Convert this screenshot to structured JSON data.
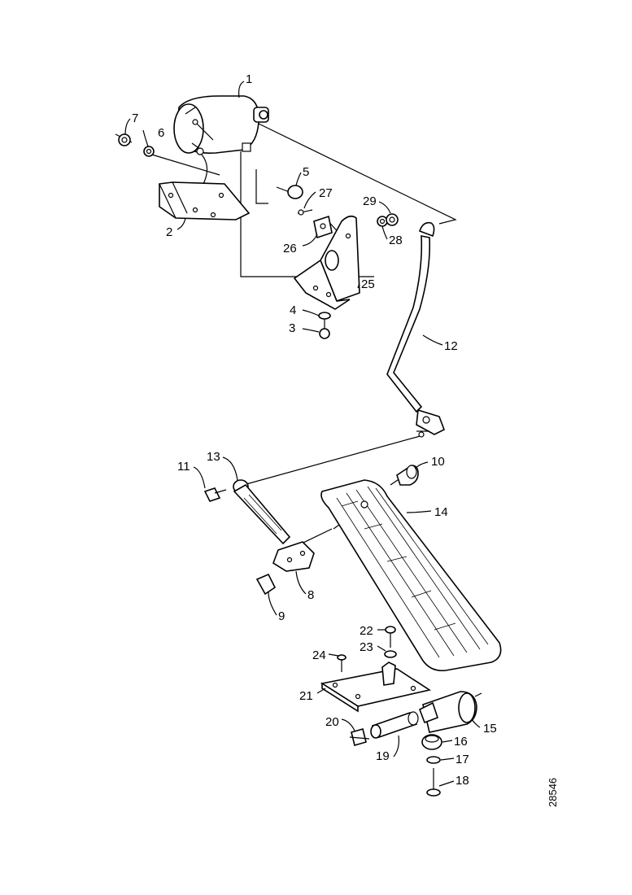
{
  "diagram": {
    "reference_number": "28546",
    "part_labels": {
      "p1": "1",
      "p2": "2",
      "p3": "3",
      "p4": "4",
      "p5": "5",
      "p6": "6",
      "p7": "7",
      "p8": "8",
      "p9": "9",
      "p10": "10",
      "p11": "11",
      "p12": "12",
      "p13": "13",
      "p14": "14",
      "p15": "15",
      "p16": "16",
      "p17": "17",
      "p18": "18",
      "p19": "19",
      "p20": "20",
      "p21": "21",
      "p22": "22",
      "p23": "23",
      "p24": "24",
      "p25": "25",
      "p26": "26",
      "p27": "27",
      "p28": "28",
      "p29": "29"
    }
  }
}
